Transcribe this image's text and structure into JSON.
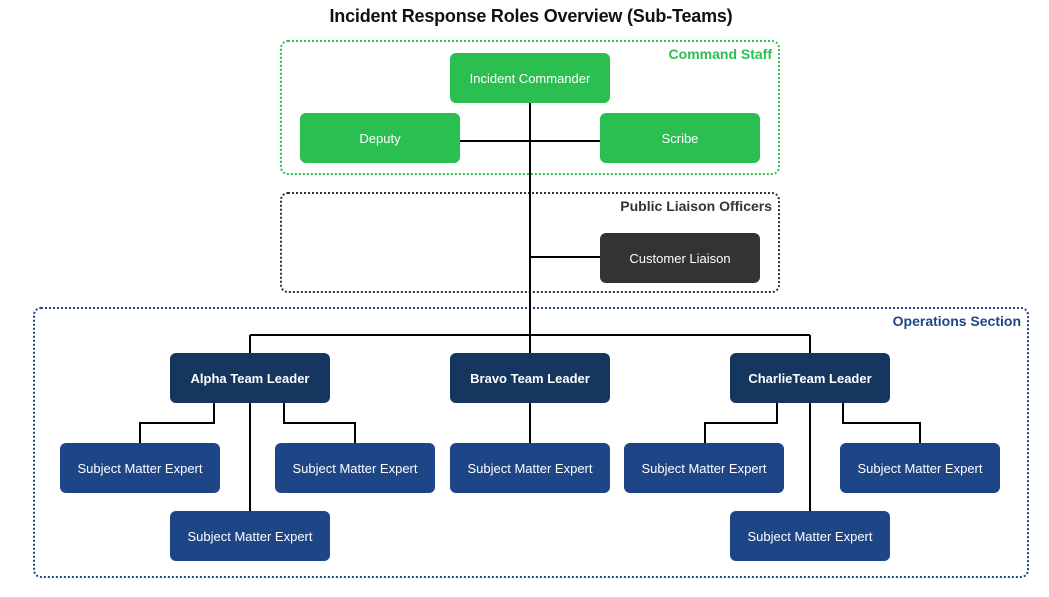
{
  "title": "Incident Response Roles Overview (Sub-Teams)",
  "sections": {
    "command": {
      "label": "Command Staff",
      "color": "#2bbf52"
    },
    "liaison": {
      "label": "Public Liaison Officers",
      "color": "#333333"
    },
    "operations": {
      "label": "Operations Section",
      "color": "#1e4586"
    }
  },
  "nodes": {
    "commander": "Incident Commander",
    "deputy": "Deputy",
    "scribe": "Scribe",
    "customer_liaison": "Customer Liaison",
    "alpha": "Alpha Team Leader",
    "bravo": "Bravo Team Leader",
    "charlie": "CharlieTeam Leader",
    "alpha_sme_1": "Subject Matter Expert",
    "alpha_sme_2": "Subject Matter Expert",
    "alpha_sme_3": "Subject Matter Expert",
    "bravo_sme_1": "Subject Matter Expert",
    "charlie_sme_1": "Subject Matter Expert",
    "charlie_sme_2": "Subject Matter Expert",
    "charlie_sme_3": "Subject Matter Expert"
  }
}
